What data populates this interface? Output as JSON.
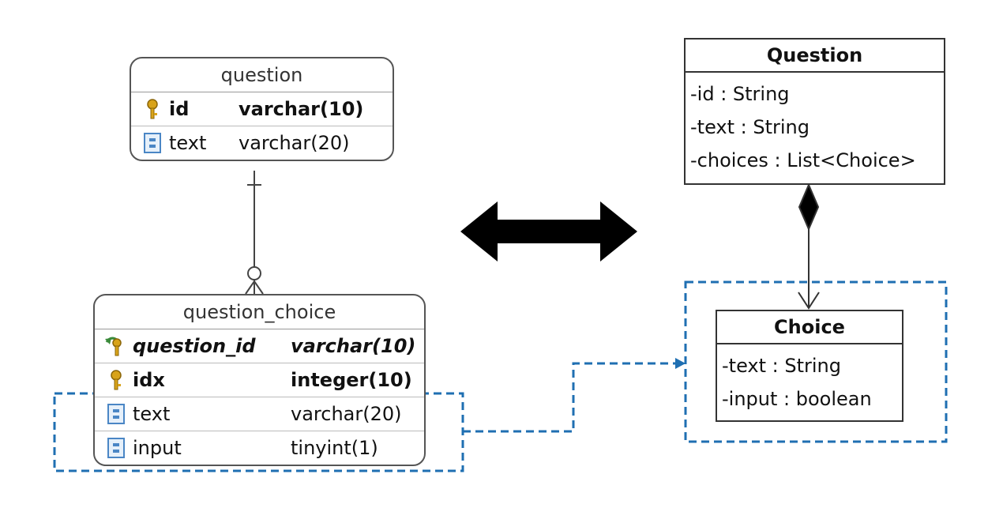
{
  "question_table": {
    "name": "question",
    "columns": [
      {
        "name": "id",
        "type": "varchar(10)",
        "key": "primary"
      },
      {
        "name": "text",
        "type": "varchar(20)",
        "key": "none"
      }
    ]
  },
  "question_choice_table": {
    "name": "question_choice",
    "columns": [
      {
        "name": "question_id",
        "type": "varchar(10)",
        "key": "foreign-primary"
      },
      {
        "name": "idx",
        "type": "integer(10)",
        "key": "primary"
      },
      {
        "name": "text",
        "type": "varchar(20)",
        "key": "none"
      },
      {
        "name": "input",
        "type": "tinyint(1)",
        "key": "none"
      }
    ]
  },
  "question_class": {
    "name": "Question",
    "attributes": [
      "-id : String",
      "-text : String",
      "-choices : List<Choice>"
    ]
  },
  "choice_class": {
    "name": "Choice",
    "attributes": [
      "-text : String",
      "-input : boolean"
    ]
  },
  "relations": {
    "er": "one-to-many",
    "uml": "composition"
  },
  "icons": [
    "key-icon",
    "foreign-key-icon",
    "column-icon",
    "double-arrow-icon"
  ],
  "colors": {
    "highlight": "#1f6fb2",
    "key_gold": "#d8a31a",
    "fk_green": "#3a8a3a",
    "column_blue": "#4a86c5",
    "line": "#444444"
  }
}
